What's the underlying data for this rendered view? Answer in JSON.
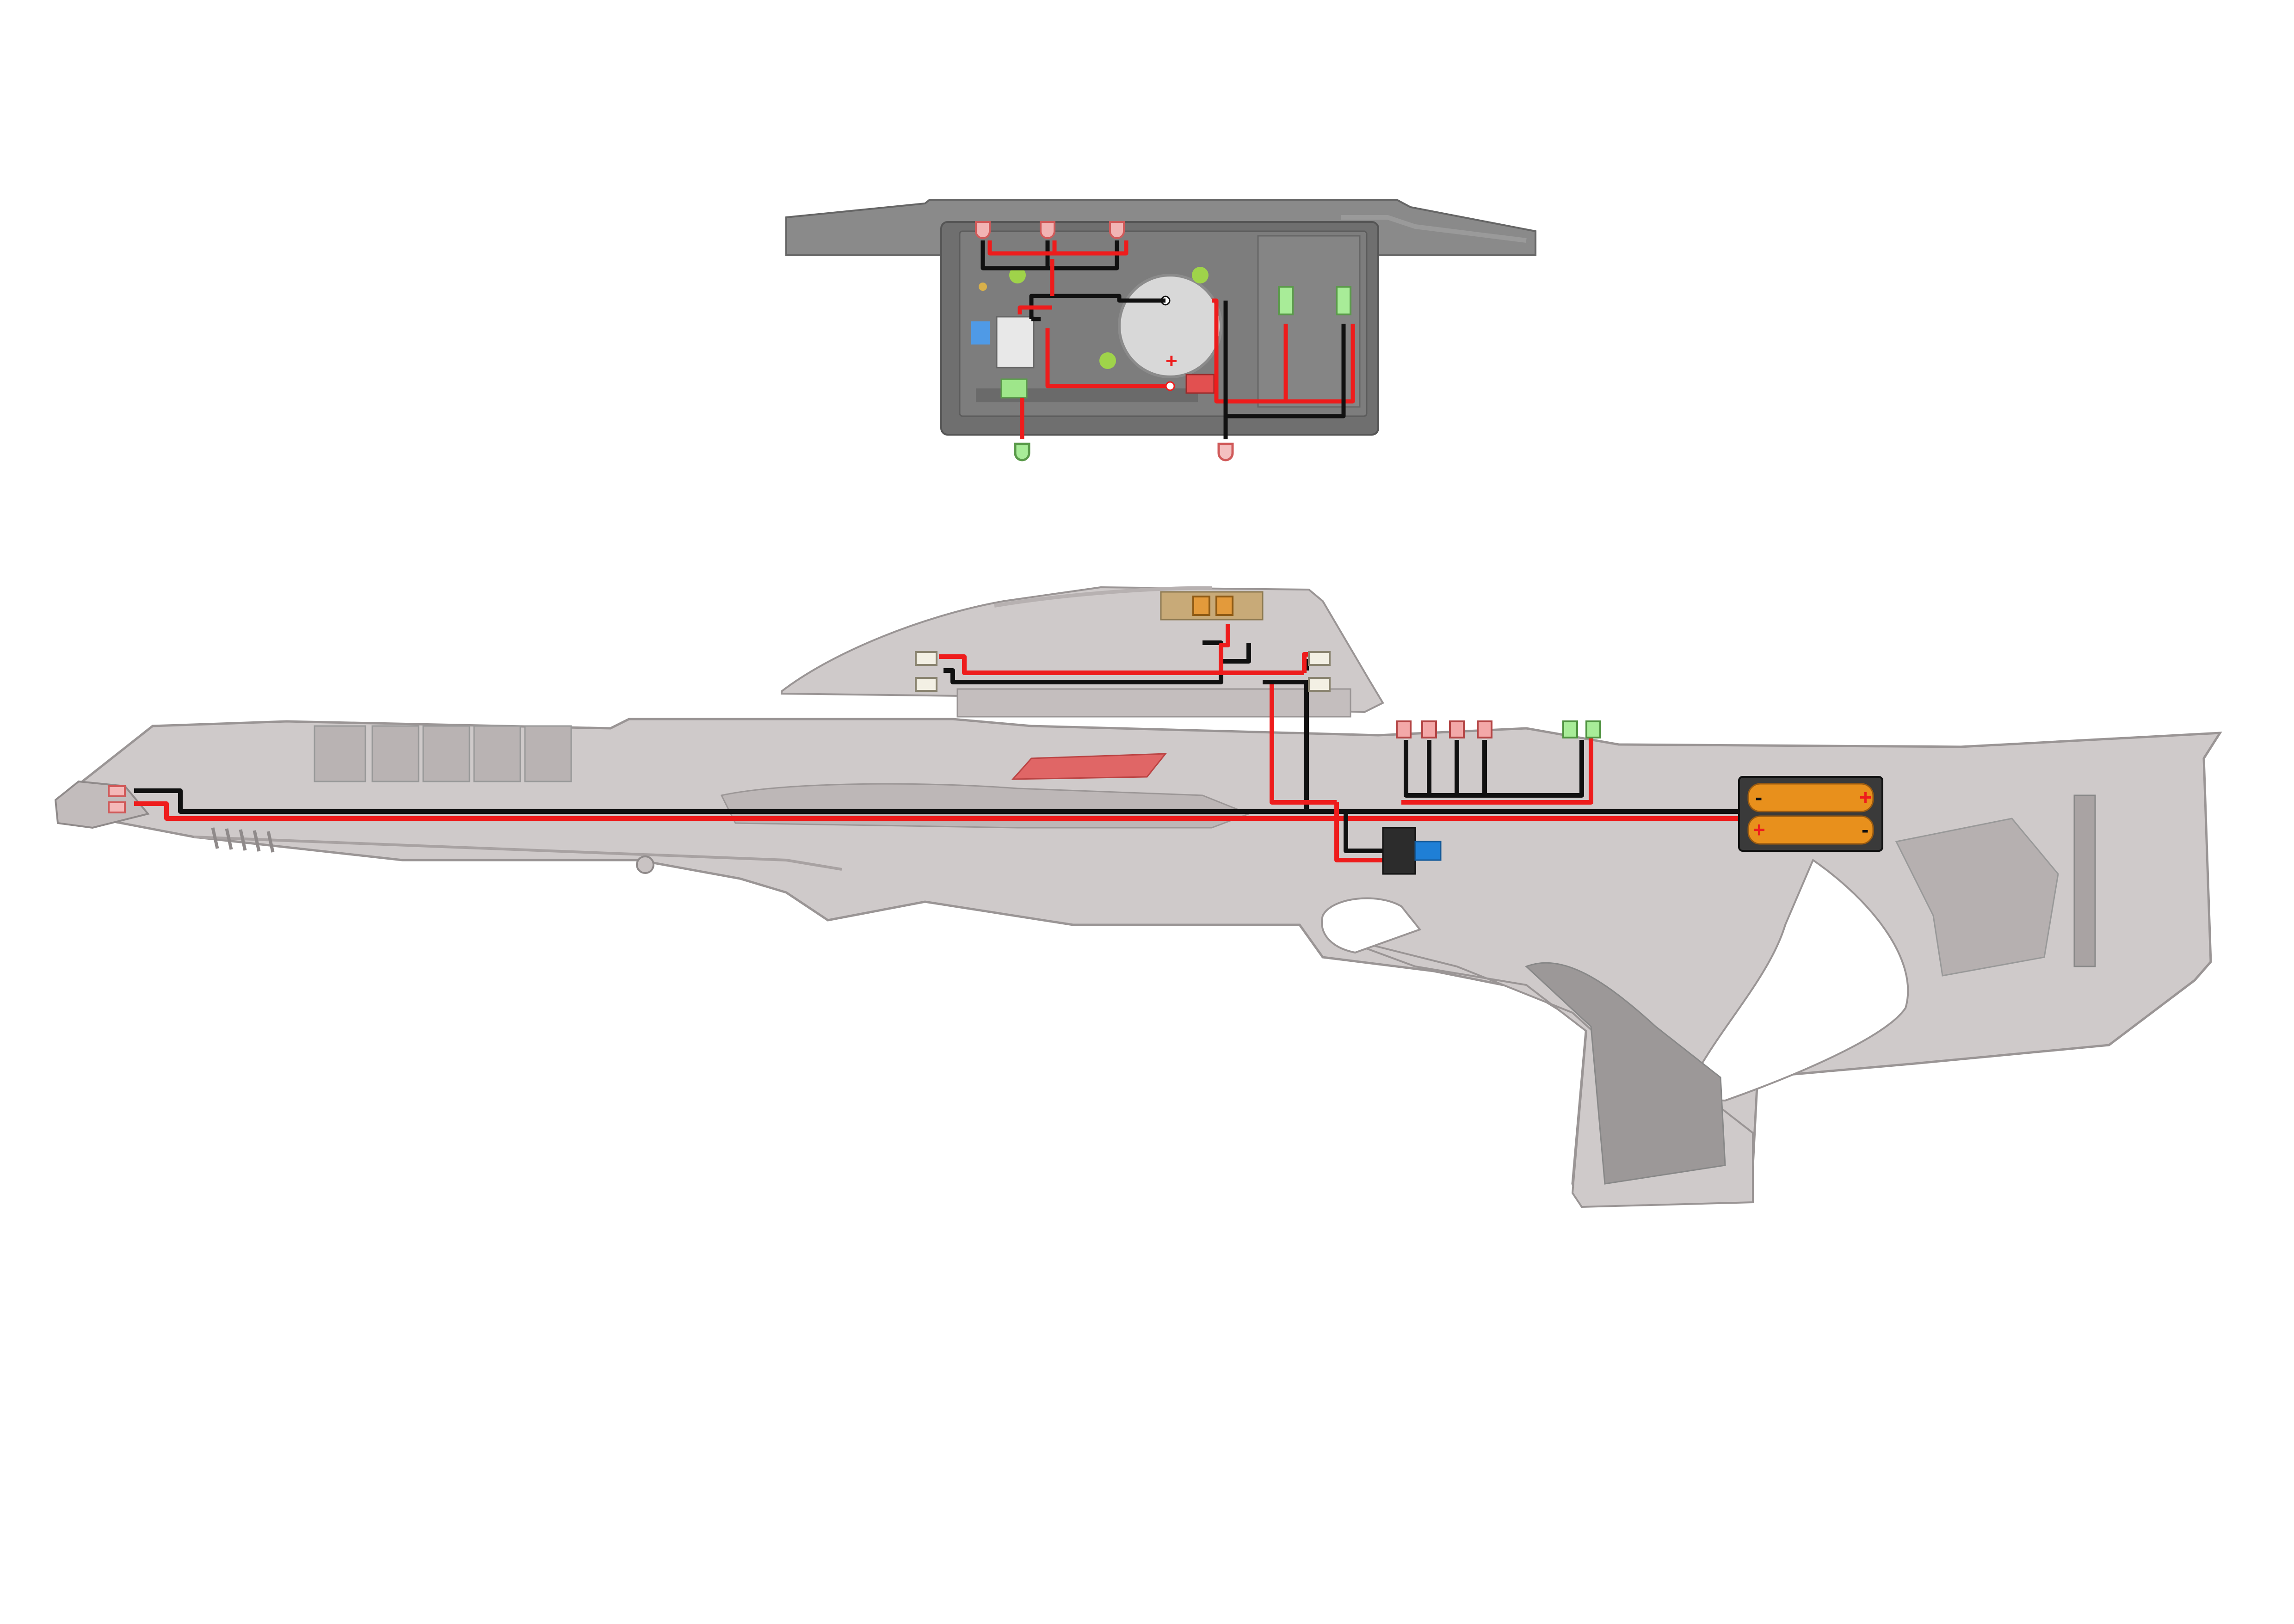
{
  "diagram": {
    "style": "wiring schematic over rifle prop silhouette",
    "colors": {
      "background": "#ffffff",
      "body_fill": "#cfcaca",
      "body_stroke": "#9a9595",
      "box_dark": "#6f6f6f",
      "box_mid": "#8a8a8a",
      "panel_dark": "#9c9898",
      "wire_positive": "#ee1c1c",
      "wire_negative": "#111111",
      "led_red": "#f08a8a",
      "led_green": "#8de07a",
      "led_white": "#f3f0e4",
      "led_amber": "#e39a3b",
      "battery_orange": "#e8901c",
      "switch_blue": "#1f7fd6",
      "indicator_lens": "#e06666",
      "coin_cell": "#d8d8d8"
    },
    "battery_signs": {
      "positive": "+",
      "negative": "-"
    },
    "components": [
      {
        "name": "upper-module",
        "icon": "enclosure-icon"
      },
      {
        "name": "coin-cell-battery",
        "icon": "coin-cell-icon"
      },
      {
        "name": "aa-battery-holder",
        "icon": "battery-icon"
      },
      {
        "name": "slide-switch",
        "icon": "switch-icon"
      },
      {
        "name": "led-muzzle",
        "icon": "led-icon",
        "color": "red"
      },
      {
        "name": "led-scope-white",
        "icon": "led-icon",
        "color": "white"
      },
      {
        "name": "led-scope-amber",
        "icon": "led-icon",
        "color": "amber"
      },
      {
        "name": "led-side-red",
        "icon": "led-icon",
        "color": "red"
      },
      {
        "name": "led-side-green",
        "icon": "led-icon",
        "color": "green"
      }
    ]
  }
}
